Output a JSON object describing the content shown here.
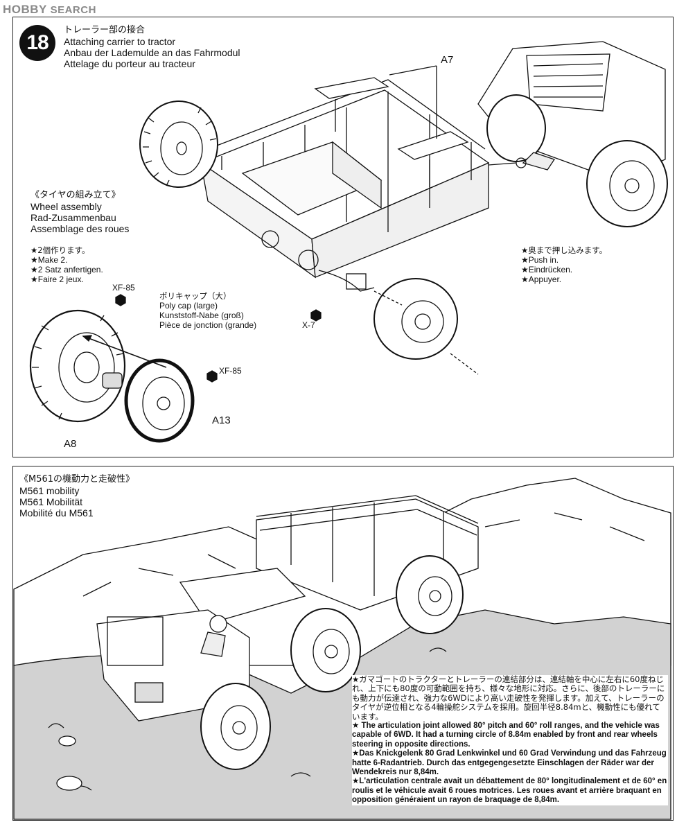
{
  "header": {
    "logo_hobby": "HOBBY",
    "logo_search": "SEARCH"
  },
  "step18": {
    "number": "18",
    "title_jp": "トレーラー部の接合",
    "title_en": "Attaching carrier to tractor",
    "title_de": "Anbau der Lademulde an das Fahrmodul",
    "title_fr": "Attelage du porteur au tracteur",
    "part_a7": "A7",
    "wheel_title_jp": "《タイヤの組み立て》",
    "wheel_title_en": "Wheel assembly",
    "wheel_title_de": "Rad-Zusammenbau",
    "wheel_title_fr": "Assemblage des roues",
    "make2_jp": "★2個作ります。",
    "make2_en": "★Make 2.",
    "make2_de": "★2 Satz anfertigen.",
    "make2_fr": "★Faire 2 jeux.",
    "xf85_top": "XF-85",
    "xf85_right": "XF-85",
    "polycap_jp": "ポリキャップ（大）",
    "polycap_en": "Poly cap (large)",
    "polycap_de": "Kunststoff-Nabe (groß)",
    "polycap_fr": "Pièce de jonction (grande)",
    "part_x7": "X-7",
    "part_a13": "A13",
    "part_a8": "A8",
    "push_jp": "★奥まで押し込みます。",
    "push_en": "★Push in.",
    "push_de": "★Eindrücken.",
    "push_fr": "★Appuyer."
  },
  "mobility": {
    "title_jp": "《M561の機動力と走破性》",
    "title_en": "M561 mobility",
    "title_de": "M561 Mobilität",
    "title_fr": "Mobilité du M561",
    "note_jp": "★ガマゴートのトラクターとトレーラーの連結部分は、連結軸を中心に左右に60度ねじれ、上下にも80度の可動範囲を持ち、様々な地形に対応。さらに、後部のトレーラーにも動力が伝達され、強力な6WDにより高い走破性を発揮します。加えて、トレーラーのタイヤが逆位相となる4輪操舵システムを採用。旋回半径8.84mと、機動性にも優れています。",
    "note_en": "★ The articulation joint allowed 80° pitch and 60° roll ranges, and the vehicle was capable of 6WD. It had a turning circle of 8.84m enabled by front and rear wheels steering in opposite directions.",
    "note_de": "★Das Knickgelenk 80 Grad Lenkwinkel und 60 Grad Verwindung und das Fahrzeug hatte 6-Radantrieb. Durch das entgegengesetzte Einschlagen der Räder war der Wendekreis nur 8,84m.",
    "note_fr": "★L'articulation centrale avait un débattement de 80° longitudinalement et de 60° en roulis et le véhicule avait 6 roues motrices. Les roues avant et arrière braquant en opposition généraient un rayon de braquage de 8,84m."
  }
}
